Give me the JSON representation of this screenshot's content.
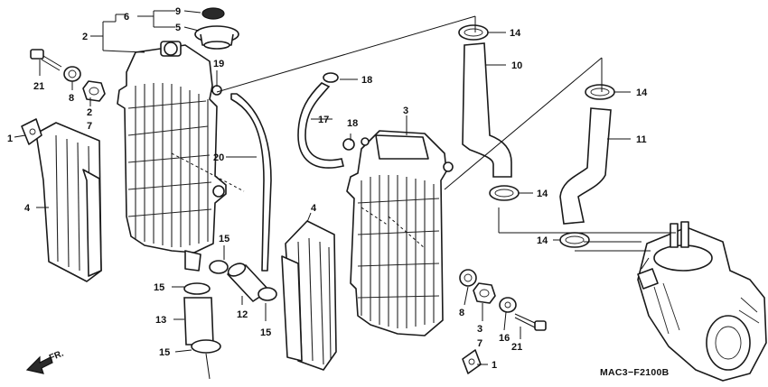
{
  "diagram": {
    "code": "MAC3−F2100B",
    "direction_label": "FR.",
    "callouts": {
      "c1_left": "1",
      "c1_right": "1",
      "c2": "2",
      "c2_bushing": "2",
      "c3_top": "3",
      "c3_bushing": "3",
      "c4_left": "4",
      "c4_right": "4",
      "c5": "5",
      "c6": "6",
      "c7_left": "7",
      "c7_right": "7",
      "c8_left": "8",
      "c8_right": "8",
      "c9": "9",
      "c10": "10",
      "c11": "11",
      "c12": "12",
      "c13": "13",
      "c14_a": "14",
      "c14_b": "14",
      "c14_c": "14",
      "c14_d": "14",
      "c15_a": "15",
      "c15_b": "15",
      "c15_c": "15",
      "c15_d": "15",
      "c16": "16",
      "c17": "17",
      "c18_a": "18",
      "c18_b": "18",
      "c19": "19",
      "c20": "20",
      "c21_left": "21",
      "c21_right": "21"
    }
  }
}
